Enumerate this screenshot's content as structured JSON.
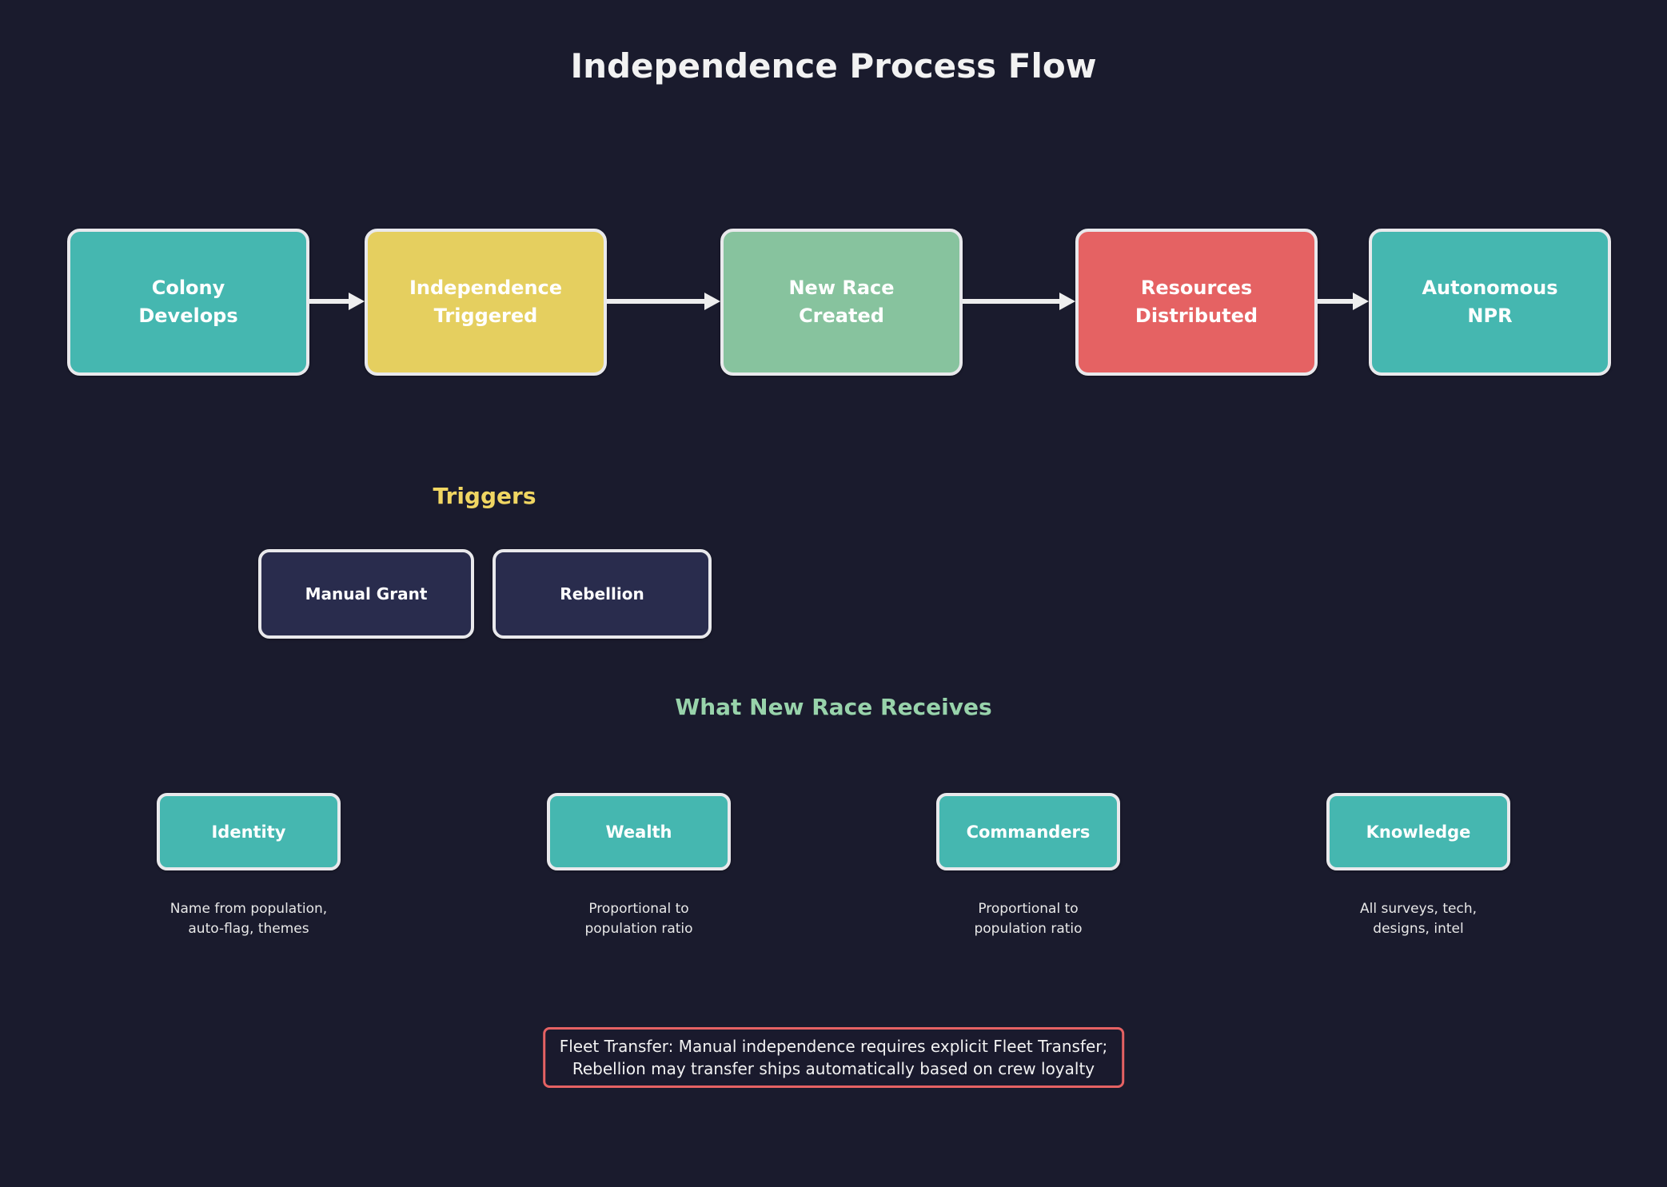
{
  "title": "Independence Process Flow",
  "colors": {
    "background": "#1a1b2d",
    "teal": "#45b7b0",
    "yellow": "#e5cf5f",
    "green": "#87c39e",
    "red": "#e56263",
    "trigger_box_fill": "#292c4d",
    "box_border": "#e9e9ec",
    "triggers_heading": "#f0d662",
    "receives_heading": "#98d3ab",
    "note_border": "#e56263"
  },
  "flow": {
    "steps": [
      {
        "label": "Colony\nDevelops",
        "color": "#45b7b0"
      },
      {
        "label": "Independence\nTriggered",
        "color": "#e5cf5f"
      },
      {
        "label": "New Race\nCreated",
        "color": "#87c39e"
      },
      {
        "label": "Resources\nDistributed",
        "color": "#e56263"
      },
      {
        "label": "Autonomous\nNPR",
        "color": "#45b7b0"
      }
    ]
  },
  "triggers": {
    "heading": "Triggers",
    "items": [
      {
        "label": "Manual Grant"
      },
      {
        "label": "Rebellion"
      }
    ]
  },
  "receives": {
    "heading": "What New Race Receives",
    "items": [
      {
        "label": "Identity",
        "caption": "Name from population,\nauto-flag, themes"
      },
      {
        "label": "Wealth",
        "caption": "Proportional to\npopulation ratio"
      },
      {
        "label": "Commanders",
        "caption": "Proportional to\npopulation ratio"
      },
      {
        "label": "Knowledge",
        "caption": "All surveys, tech,\ndesigns, intel"
      }
    ]
  },
  "note": {
    "text": "Fleet Transfer: Manual independence requires explicit Fleet Transfer;\nRebellion may transfer ships automatically based on crew loyalty"
  }
}
